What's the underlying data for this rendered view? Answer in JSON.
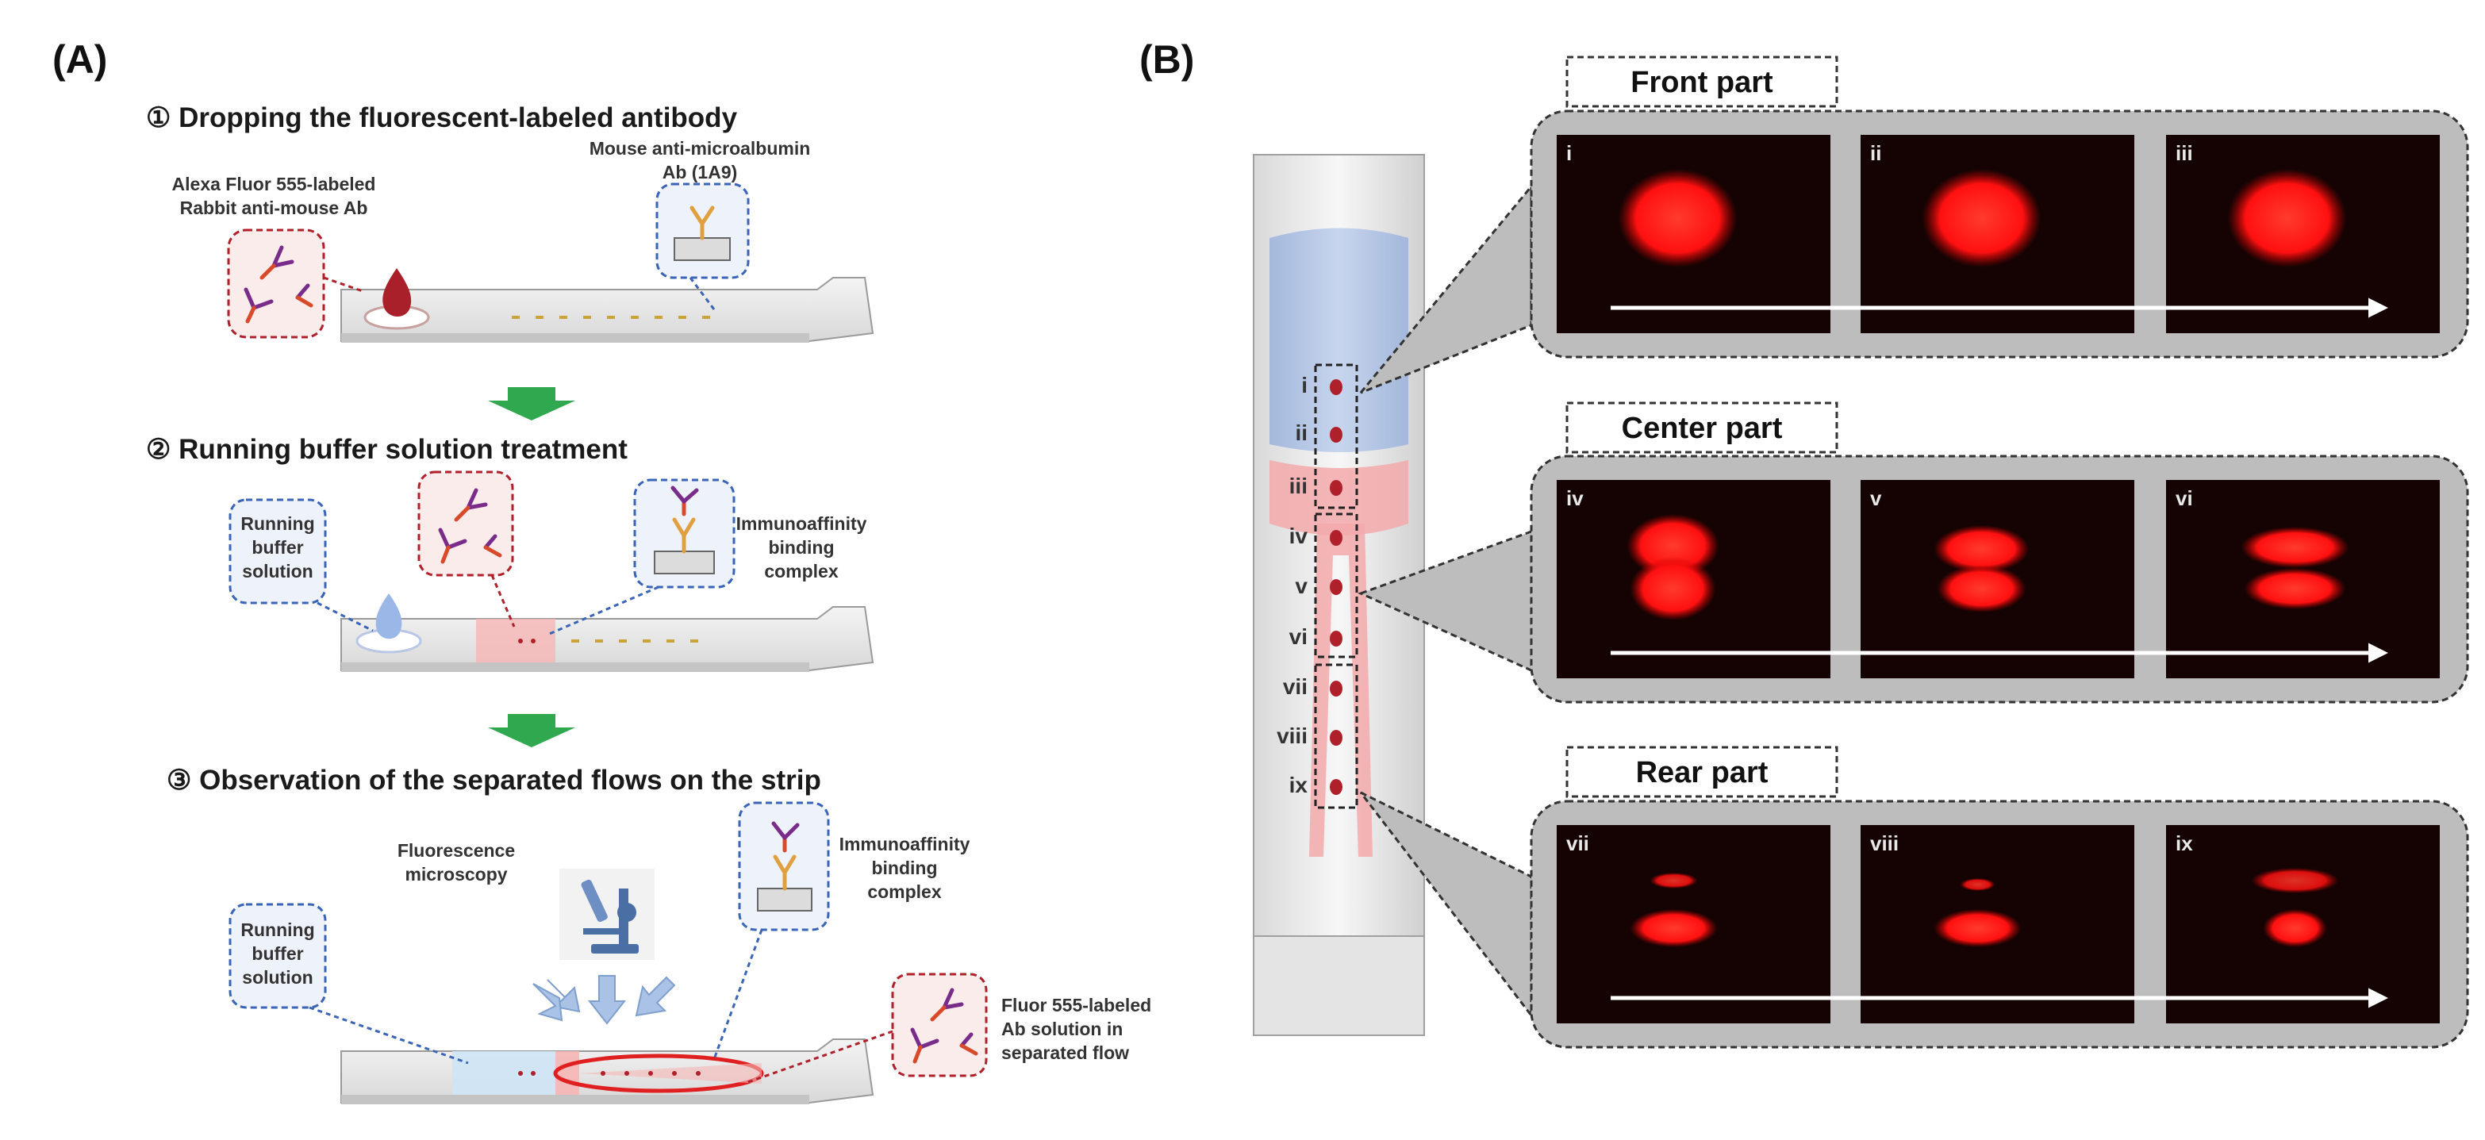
{
  "panelA": {
    "label": "(A)",
    "step1": {
      "title": "① Dropping the fluorescent-labeled antibody",
      "callout_left": [
        "Alexa Fluor 555-labeled",
        "Rabbit anti-mouse Ab"
      ],
      "callout_right": [
        "Mouse anti-microalbumin",
        "Ab (1A9)"
      ]
    },
    "step2": {
      "title": "② Running buffer solution treatment",
      "buffer_label": [
        "Running",
        "buffer",
        "solution"
      ],
      "complex_label": [
        "Immunoaffinity",
        "binding",
        "complex"
      ]
    },
    "step3": {
      "title": "③ Observation of the separated flows on the strip",
      "microscopy_label": [
        "Fluorescence",
        "microscopy"
      ],
      "buffer_label": [
        "Running",
        "buffer",
        "solution"
      ],
      "complex_label": [
        "Immunoaffinity",
        "binding",
        "complex"
      ],
      "flow_label": [
        "Fluor 555-labeled",
        "Ab solution in",
        "separated flow"
      ]
    }
  },
  "panelB": {
    "label": "(B)",
    "strip_markers": [
      "i",
      "ii",
      "iii",
      "iv",
      "v",
      "vi",
      "vii",
      "viii",
      "ix"
    ],
    "groups": [
      {
        "title": "Front part",
        "images": [
          "i",
          "ii",
          "iii"
        ]
      },
      {
        "title": "Center part",
        "images": [
          "iv",
          "v",
          "vi"
        ]
      },
      {
        "title": "Rear part",
        "images": [
          "vii",
          "viii",
          "ix"
        ]
      }
    ]
  },
  "colors": {
    "red_callout": "#b0202a",
    "blue_callout": "#3a64b8",
    "green_arrow": "#2fa84f",
    "fluor_red": "#ff1a1a",
    "strip_gray": "#e6e6e6",
    "bubble_gray": "#bdbdbd"
  }
}
